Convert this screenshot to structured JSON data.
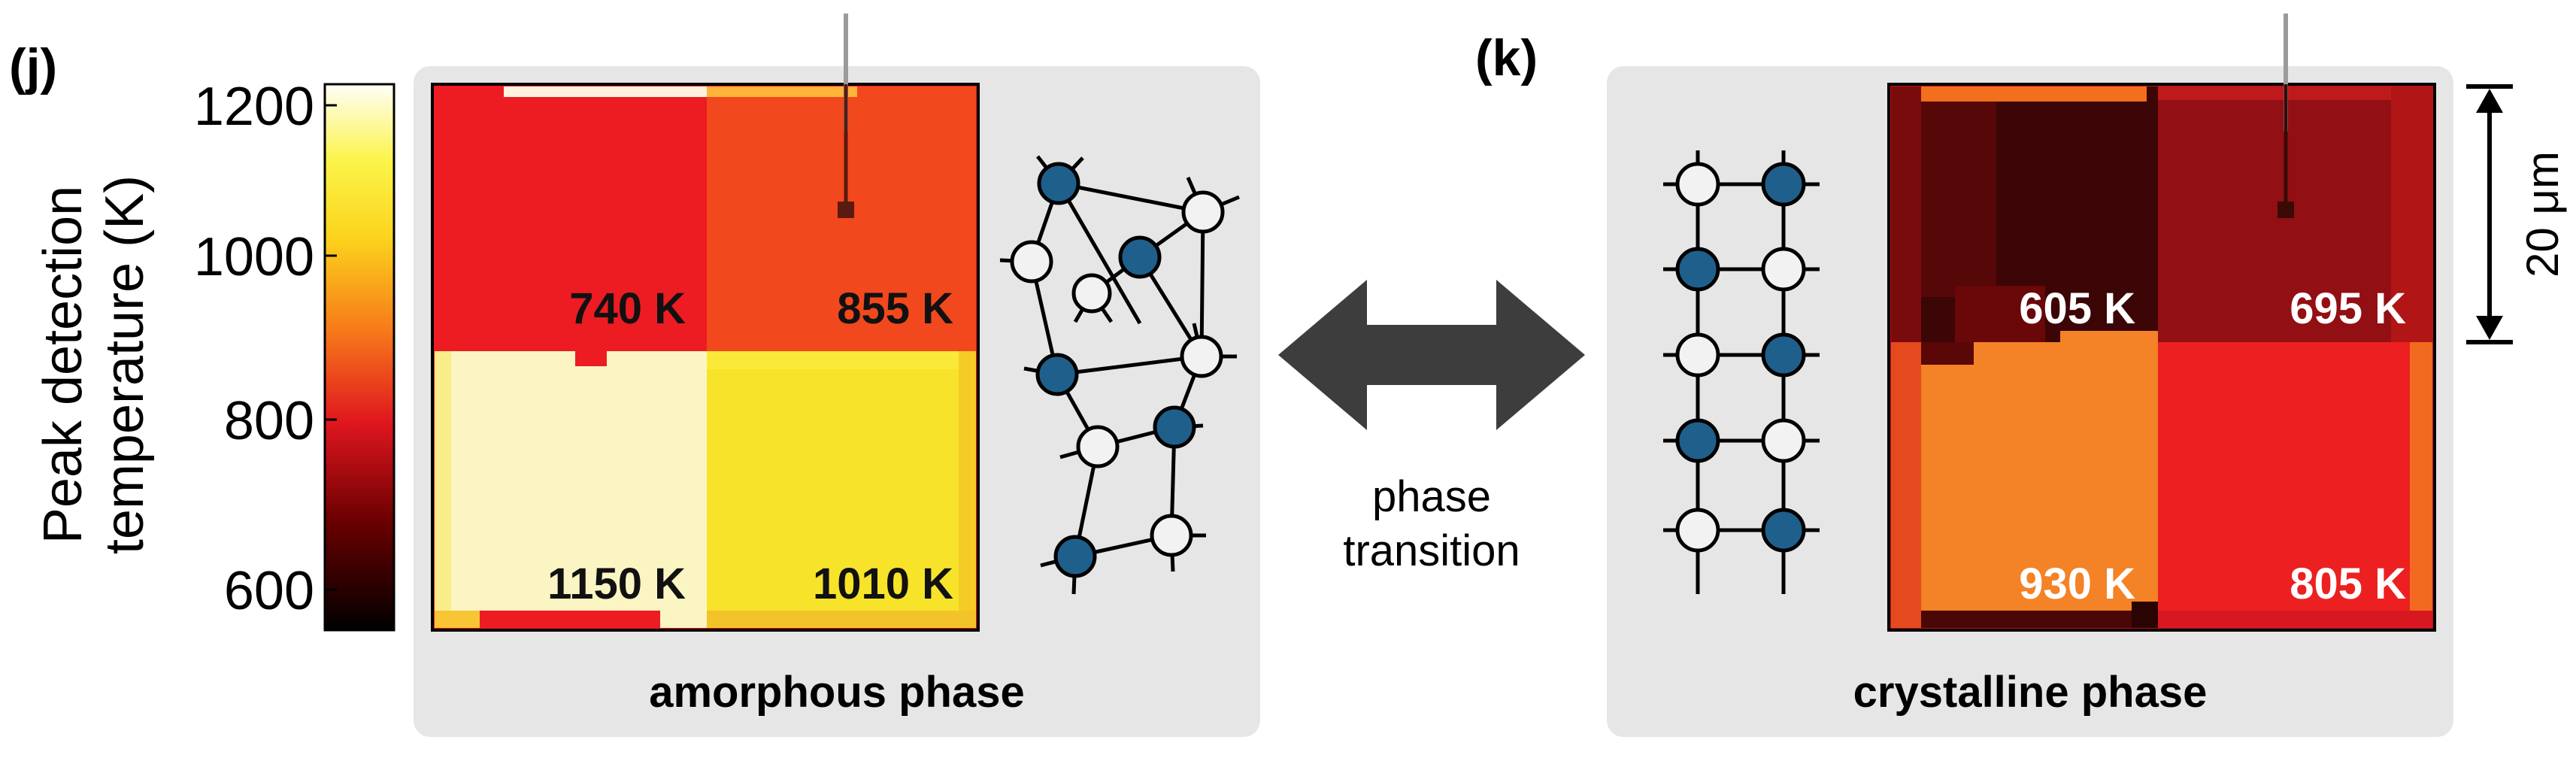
{
  "panel_j": {
    "label": "(j)",
    "caption": "amorphous phase",
    "quadrants": {
      "top_left": "740 K",
      "top_right": "855 K",
      "bottom_left": "1150 K",
      "bottom_right": "1010 K"
    }
  },
  "panel_k": {
    "label": "(k)",
    "caption": "crystalline phase",
    "quadrants": {
      "top_left": "605 K",
      "top_right": "695 K",
      "bottom_left": "930 K",
      "bottom_right": "805 K"
    }
  },
  "colorbar": {
    "title_line1": "Peak detection",
    "title_line2": "temperature (K)",
    "ticks": [
      "1200",
      "1000",
      "800",
      "600"
    ],
    "range": [
      550,
      1230
    ],
    "colormap": "hot"
  },
  "transition": {
    "line1": "phase",
    "line2": "transition"
  },
  "scale_bar": {
    "label": "20 μm"
  },
  "colors": {
    "panel_bg": "#e6e6e6",
    "atom_filled": "#1f5f8b",
    "atom_empty": "#f2f2f2",
    "arrow": "#3d3d3d"
  }
}
